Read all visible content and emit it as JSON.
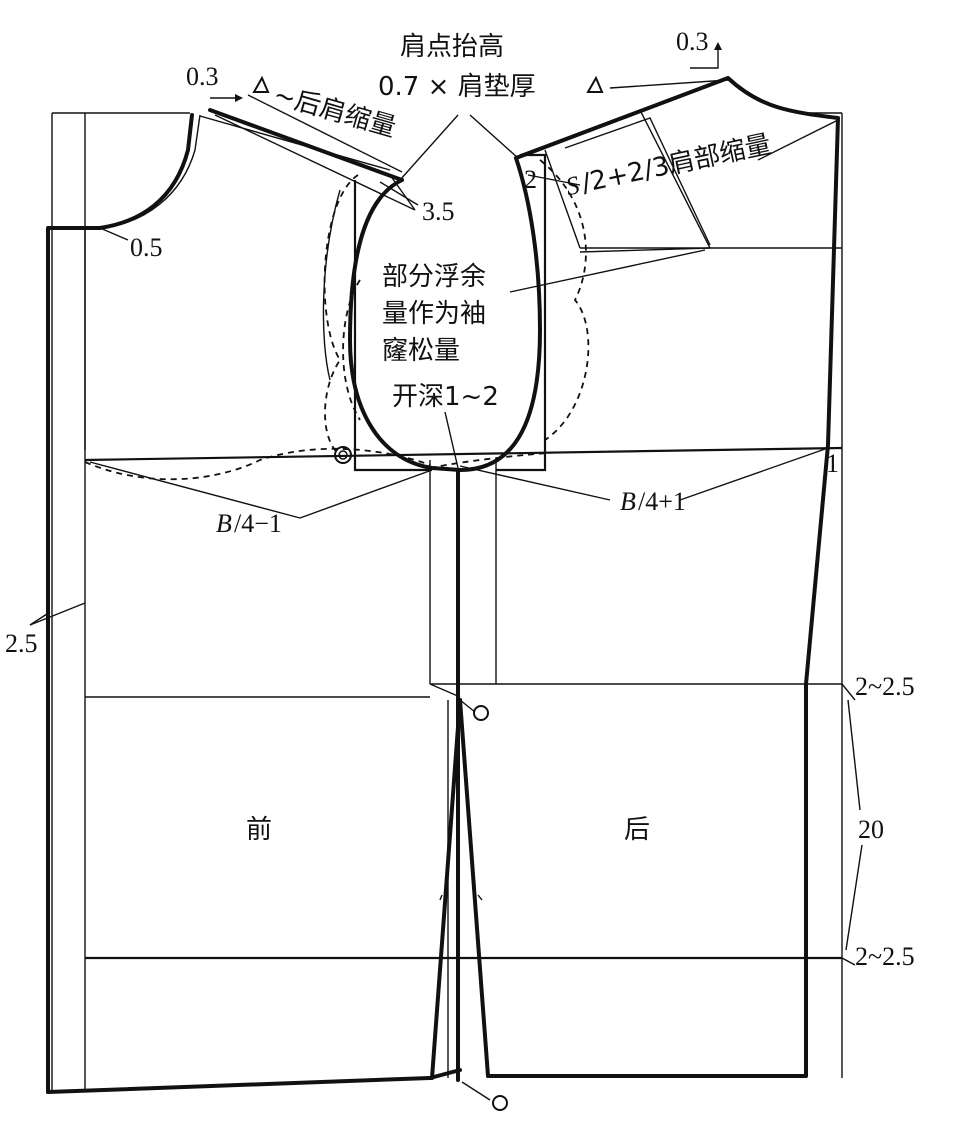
{
  "diagram": {
    "labels": {
      "shoulder_raise_1": "肩点抬高",
      "shoulder_raise_2": "0.7 × 肩垫厚",
      "left_03": "0.3",
      "back_shoulder_ease": "~后肩缩量",
      "right_03": "0.3",
      "neck_05": "0.5",
      "neck_35": "3.5",
      "mark_2": "2",
      "shoulder_formula_italic": "S",
      "shoulder_formula_rest": "/2+2/3肩部缩量",
      "surplus_1": "部分浮余",
      "surplus_2": "量作为袖",
      "surplus_3": "窿松量",
      "armhole_deepen": "开深1~2",
      "bust_front_italic": "B",
      "bust_front_rest": "/4−1",
      "bust_back_italic": "B",
      "bust_back_rest": "/4+1",
      "mark_1": "1",
      "left_25": "2.5",
      "waist_upper": "2~2.5",
      "waist_20": "20",
      "waist_lower": "2~2.5",
      "front": "前",
      "back": "后"
    },
    "colors": {
      "ink": "#111111",
      "background": "#ffffff"
    }
  }
}
